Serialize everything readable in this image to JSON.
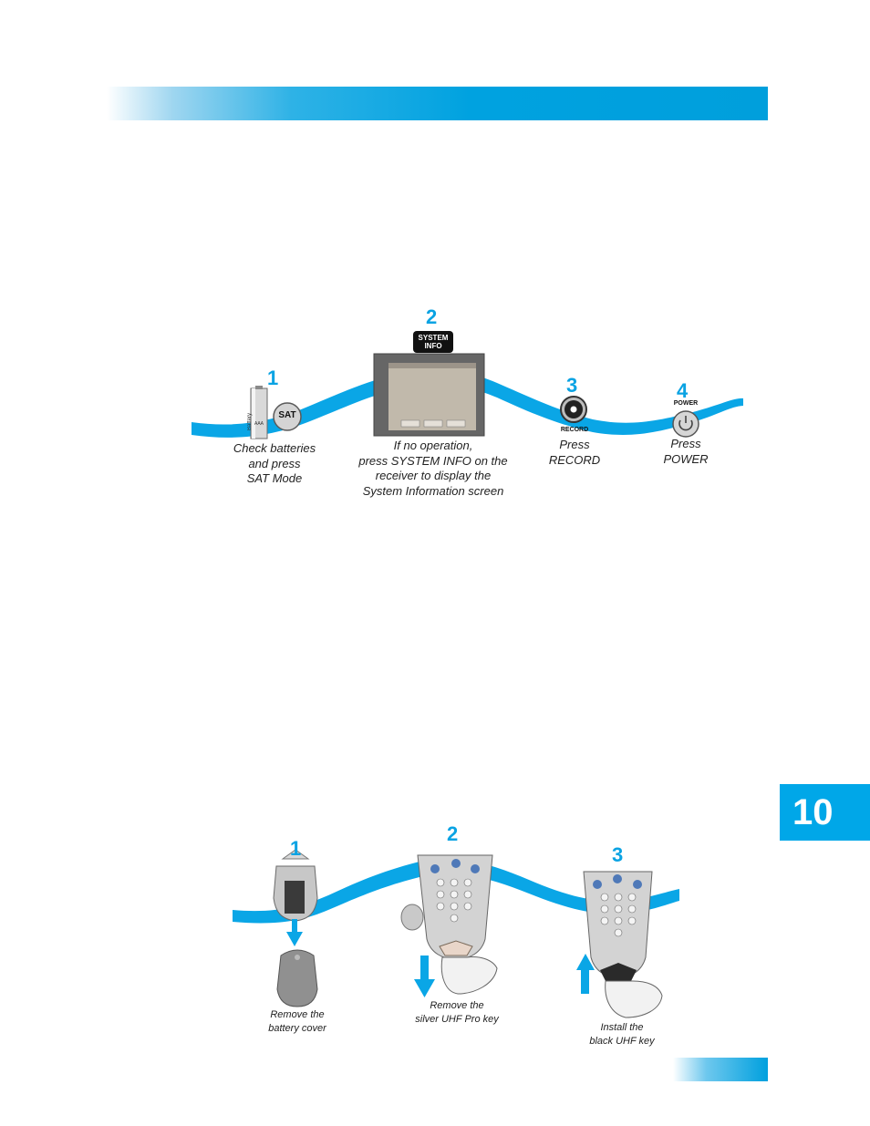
{
  "chapter_tab": "10",
  "colors": {
    "accent": "#00a2e0",
    "wave": "#0aa6e6",
    "number": "#0aa3e3"
  },
  "top_section": {
    "steps": [
      {
        "number": "1",
        "button": "SAT",
        "battery_text": "Battery",
        "battery_sub": "AAA",
        "caption": "Check batteries\nand press\nSAT Mode"
      },
      {
        "number": "2",
        "button": "SYSTEM\nINFO",
        "caption": "If no operation,\npress SYSTEM INFO on the\nreceiver to display the\nSystem Information screen"
      },
      {
        "number": "3",
        "button_label": "RECORD",
        "caption": "Press\nRECORD"
      },
      {
        "number": "4",
        "button_label": "POWER",
        "caption": "Press\nPOWER"
      }
    ]
  },
  "bottom_section": {
    "steps": [
      {
        "number": "1",
        "caption": "Remove the\nbattery cover"
      },
      {
        "number": "2",
        "caption": "Remove the\nsilver UHF Pro key"
      },
      {
        "number": "3",
        "caption": "Install the\nblack UHF key"
      }
    ]
  }
}
